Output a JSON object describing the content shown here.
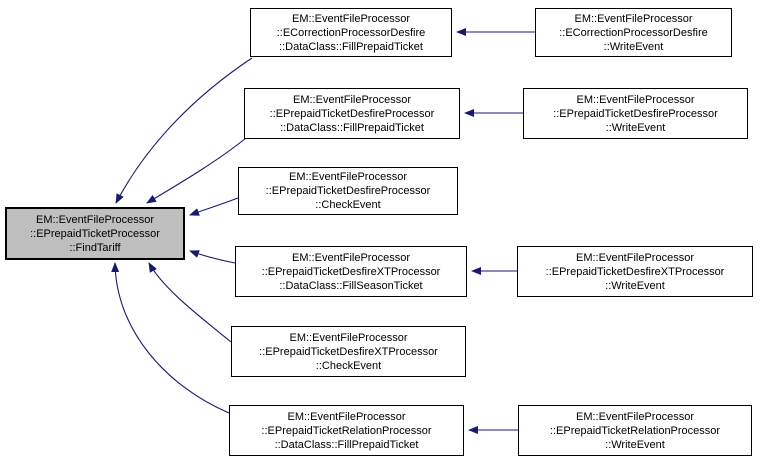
{
  "diagram": {
    "type": "doxygen-caller-graph",
    "colors": {
      "edge": "#191970",
      "node_border": "#000000",
      "node_fill": "#ffffff",
      "highlight_fill": "#bfbfbf",
      "background": "#ffffff",
      "text": "#000000"
    },
    "nodes": {
      "findtariff": {
        "lines": [
          "EM::EventFileProcessor",
          "::EPrepaidTicketProcessor",
          "::FindTariff"
        ]
      },
      "correction_fill": {
        "lines": [
          "EM::EventFileProcessor",
          "::ECorrectionProcessorDesfire",
          "::DataClass::FillPrepaidTicket"
        ]
      },
      "correction_write": {
        "lines": [
          "EM::EventFileProcessor",
          "::ECorrectionProcessorDesfire",
          "::WriteEvent"
        ]
      },
      "desfire_fill": {
        "lines": [
          "EM::EventFileProcessor",
          "::EPrepaidTicketDesfireProcessor",
          "::DataClass::FillPrepaidTicket"
        ]
      },
      "desfire_write": {
        "lines": [
          "EM::EventFileProcessor",
          "::EPrepaidTicketDesfireProcessor",
          "::WriteEvent"
        ]
      },
      "desfire_check": {
        "lines": [
          "EM::EventFileProcessor",
          "::EPrepaidTicketDesfireProcessor",
          "::CheckEvent"
        ]
      },
      "desfirext_fill": {
        "lines": [
          "EM::EventFileProcessor",
          "::EPrepaidTicketDesfireXTProcessor",
          "::DataClass::FillSeasonTicket"
        ]
      },
      "desfirext_write": {
        "lines": [
          "EM::EventFileProcessor",
          "::EPrepaidTicketDesfireXTProcessor",
          "::WriteEvent"
        ]
      },
      "desfirext_check": {
        "lines": [
          "EM::EventFileProcessor",
          "::EPrepaidTicketDesfireXTProcessor",
          "::CheckEvent"
        ]
      },
      "relation_fill": {
        "lines": [
          "EM::EventFileProcessor",
          "::EPrepaidTicketRelationProcessor",
          "::DataClass::FillPrepaidTicket"
        ]
      },
      "relation_write": {
        "lines": [
          "EM::EventFileProcessor",
          "::EPrepaidTicketRelationProcessor",
          "::WriteEvent"
        ]
      }
    },
    "edges": [
      {
        "from": "correction_fill",
        "to": "findtariff",
        "relation": "calls"
      },
      {
        "from": "desfire_fill",
        "to": "findtariff",
        "relation": "calls"
      },
      {
        "from": "desfire_check",
        "to": "findtariff",
        "relation": "calls"
      },
      {
        "from": "desfirext_fill",
        "to": "findtariff",
        "relation": "calls"
      },
      {
        "from": "desfirext_check",
        "to": "findtariff",
        "relation": "calls"
      },
      {
        "from": "relation_fill",
        "to": "findtariff",
        "relation": "calls"
      },
      {
        "from": "correction_write",
        "to": "correction_fill",
        "relation": "calls"
      },
      {
        "from": "desfire_write",
        "to": "desfire_fill",
        "relation": "calls"
      },
      {
        "from": "desfirext_write",
        "to": "desfirext_fill",
        "relation": "calls"
      },
      {
        "from": "relation_write",
        "to": "relation_fill",
        "relation": "calls"
      }
    ]
  }
}
